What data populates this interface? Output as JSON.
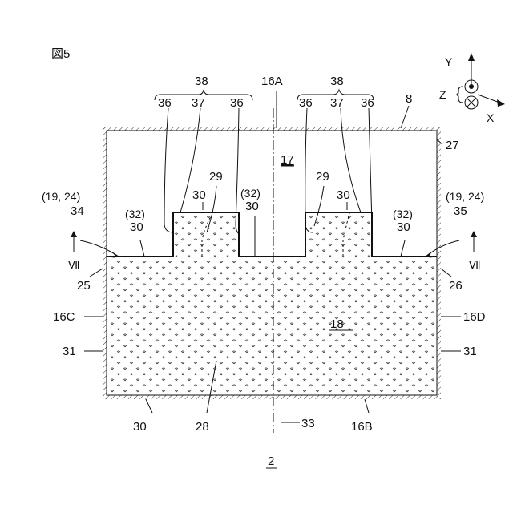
{
  "figure_label": "図5",
  "device_number": "2",
  "labels": {
    "l38a": "38",
    "l38b": "38",
    "l36a": "36",
    "l37a": "37",
    "l36b": "36",
    "l36c": "36",
    "l37b": "37",
    "l36d": "36",
    "l16A": "16A",
    "l8": "8",
    "l27": "27",
    "l17": "17",
    "l29a": "29",
    "l29b": "29",
    "l30a": "30",
    "l30b": "30",
    "l30c": "30",
    "l30d": "30",
    "l30e": "30",
    "l30f": "30",
    "l32a": "(32)",
    "l32b": "(32)",
    "l32c": "(32)",
    "l1924a": "(19, 24)",
    "l1924b": "(19, 24)",
    "l34": "34",
    "l35": "35",
    "l25": "25",
    "l26": "26",
    "l16C": "16C",
    "l16D": "16D",
    "l18": "18",
    "l31a": "31",
    "l31b": "31",
    "l28": "28",
    "l33": "33",
    "l16B": "16B",
    "lVIIa": "Ⅶ",
    "lVIIb": "Ⅶ"
  },
  "axes": {
    "y": "Y",
    "z": "Z",
    "x": "X"
  }
}
